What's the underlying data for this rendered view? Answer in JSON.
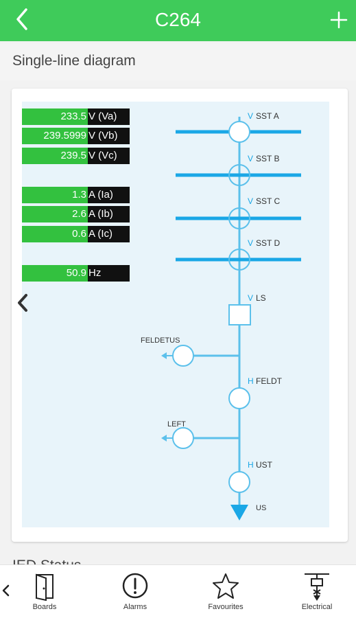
{
  "appbar": {
    "title": "C264",
    "back_icon": "chevron-left-icon",
    "add_icon": "plus-icon"
  },
  "section": {
    "title": "Single-line diagram"
  },
  "measurements": [
    {
      "value": "233.5",
      "unit": "V (Va)"
    },
    {
      "value": "239.5999",
      "unit": "V (Vb)"
    },
    {
      "value": "239.5",
      "unit": "V (Vc)"
    },
    {
      "value": "1.3",
      "unit": "A (Ia)"
    },
    {
      "value": "2.6",
      "unit": "A (Ib)"
    },
    {
      "value": "0.6",
      "unit": "A (Ic)"
    },
    {
      "value": "50.9",
      "unit": "Hz"
    }
  ],
  "diagram": {
    "buses": [
      {
        "state": "V",
        "name": "SST A"
      },
      {
        "state": "V",
        "name": "SST B"
      },
      {
        "state": "V",
        "name": "SST C"
      },
      {
        "state": "V",
        "name": "SST D"
      }
    ],
    "ls": {
      "state": "V",
      "name": "LS"
    },
    "feeder_feldetus": "FELDETUS",
    "feldt": {
      "state": "H",
      "name": "FELDT"
    },
    "feeder_left": "LEFT",
    "ust": {
      "state": "H",
      "name": "UST"
    },
    "us": "US",
    "line_color": "#5bc0eb",
    "bus_color": "#1aa7e6",
    "state_color": "#1aa7e6"
  },
  "next_section": {
    "title": "IED Status"
  },
  "bottom_nav": {
    "items": [
      {
        "label": "Boards",
        "icon": "boards-door-icon"
      },
      {
        "label": "Alarms",
        "icon": "alarm-exclamation-icon"
      },
      {
        "label": "Favourites",
        "icon": "star-icon"
      },
      {
        "label": "Electrical",
        "icon": "electrical-icon"
      }
    ]
  },
  "colors": {
    "appbar": "#3fcb5a",
    "value_bg": "#33c13f",
    "unit_bg": "#111111"
  }
}
